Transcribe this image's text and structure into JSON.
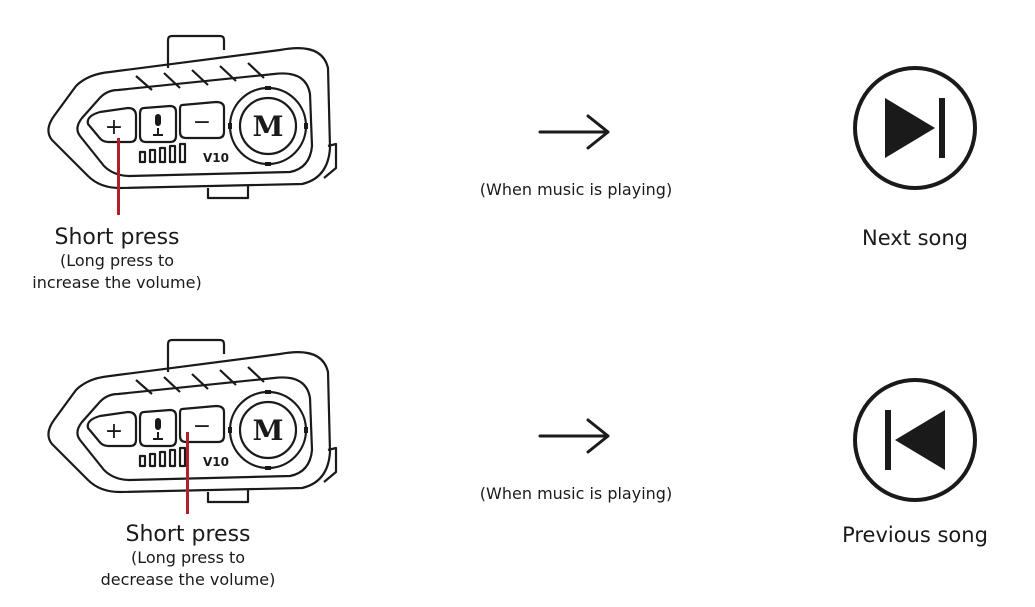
{
  "rows": [
    {
      "button": "+",
      "instruction": "Short press",
      "long_press_line1": "(Long press to",
      "long_press_line2": "increase the volume)",
      "condition": "(When music is playing)",
      "result": "Next song",
      "result_icon": "next-track-icon"
    },
    {
      "button": "−",
      "instruction": "Short press",
      "long_press_line1": "(Long press to",
      "long_press_line2": "decrease the volume)",
      "condition": "(When music is playing)",
      "result": "Previous song",
      "result_icon": "previous-track-icon"
    }
  ],
  "device": {
    "plus_symbol": "+",
    "minus_symbol": "−",
    "model_label": "V10",
    "logo_letter": "M"
  },
  "colors": {
    "pointer": "#b0202a",
    "ink": "#1a1a1a"
  }
}
